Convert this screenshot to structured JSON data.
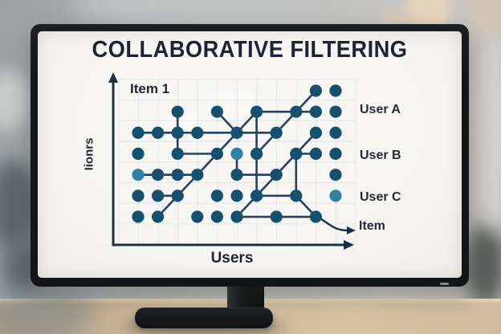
{
  "screen": {
    "title": "COLLABORATIVE FILTERING"
  },
  "chart_data": {
    "type": "scatter",
    "title": "COLLABORATIVE FILTERING",
    "xlabel": "Users",
    "ylabel": "Iionrs",
    "corner_label": "Item 1",
    "right_labels": [
      "User A",
      "User B",
      "User C"
    ],
    "arrow_label": "Item",
    "grid": true,
    "n_cols": 11,
    "n_rows": 7,
    "points": [
      [
        9,
        0
      ],
      [
        10,
        0
      ],
      [
        2,
        1
      ],
      [
        4,
        1
      ],
      [
        6,
        1
      ],
      [
        8,
        1
      ],
      [
        9,
        1
      ],
      [
        10,
        1
      ],
      [
        0,
        2
      ],
      [
        1,
        2
      ],
      [
        2,
        2
      ],
      [
        3,
        2
      ],
      [
        5,
        2
      ],
      [
        7,
        2
      ],
      [
        9,
        2
      ],
      [
        10,
        2
      ],
      [
        0,
        3
      ],
      [
        2,
        3
      ],
      [
        4,
        3
      ],
      [
        5,
        3
      ],
      [
        6,
        3
      ],
      [
        8,
        3
      ],
      [
        9,
        3
      ],
      [
        10,
        3
      ],
      [
        0,
        4
      ],
      [
        1,
        4
      ],
      [
        2,
        4
      ],
      [
        3,
        4
      ],
      [
        5,
        4
      ],
      [
        7,
        4
      ],
      [
        10,
        4
      ],
      [
        0,
        5
      ],
      [
        1,
        5
      ],
      [
        2,
        5
      ],
      [
        4,
        5
      ],
      [
        5,
        5
      ],
      [
        6,
        5
      ],
      [
        8,
        5
      ],
      [
        10,
        5
      ],
      [
        0,
        6
      ],
      [
        1,
        6
      ],
      [
        3,
        6
      ],
      [
        4,
        6
      ],
      [
        5,
        6
      ],
      [
        7,
        6
      ],
      [
        9,
        6
      ]
    ],
    "light_points": [
      [
        0,
        4
      ],
      [
        5,
        3
      ],
      [
        10,
        5
      ]
    ],
    "segments": [
      [
        "h",
        0,
        2,
        7,
        2
      ],
      [
        "h",
        6,
        1,
        9,
        1
      ],
      [
        "h",
        0,
        4,
        3,
        4
      ],
      [
        "h",
        5,
        4,
        7,
        4
      ],
      [
        "h",
        1,
        5,
        2,
        5
      ],
      [
        "h",
        6,
        5,
        8,
        5
      ],
      [
        "h",
        2,
        3,
        4,
        3
      ],
      [
        "h",
        8,
        3,
        9,
        3
      ],
      [
        "h",
        5,
        6,
        9,
        6
      ],
      [
        "v",
        2,
        1,
        2,
        3
      ],
      [
        "v",
        6,
        1,
        6,
        5
      ],
      [
        "v",
        5,
        3,
        5,
        4
      ],
      [
        "v",
        8,
        3,
        8,
        5
      ],
      [
        "d",
        4,
        1,
        5,
        2
      ],
      [
        "d",
        5,
        2,
        6,
        1
      ],
      [
        "d",
        1,
        6,
        5,
        2
      ],
      [
        "d",
        7,
        2,
        9,
        0
      ],
      [
        "d",
        6,
        3,
        7,
        2
      ],
      [
        "d",
        6,
        5,
        7,
        4
      ],
      [
        "d",
        7,
        4,
        8,
        3
      ],
      [
        "d",
        5,
        6,
        6,
        5
      ],
      [
        "d",
        8,
        3,
        9,
        2
      ],
      [
        "d",
        8,
        5,
        9,
        6
      ]
    ],
    "arrow_from": [
      9,
      6
    ],
    "colors": {
      "dot": "#15516f",
      "dot_light": "#2f80a6",
      "line": "#26415c",
      "axis": "#1f2e40",
      "grid": "#dce3e8",
      "text": "#1c2433"
    }
  }
}
